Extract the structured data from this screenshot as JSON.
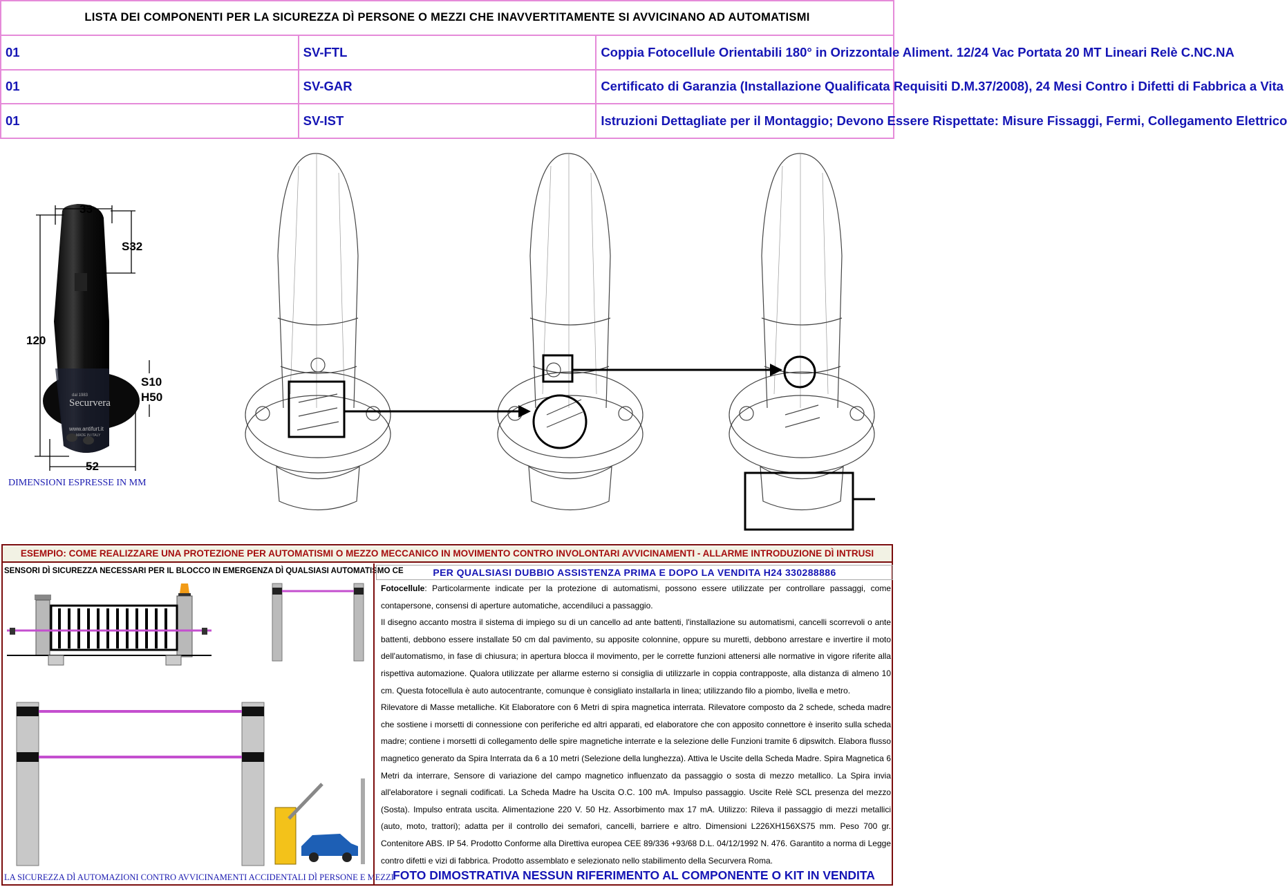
{
  "table": {
    "title": "LISTA DEI COMPONENTI PER LA SICUREZZA DÌ PERSONE O MEZZI CHE INAVVERTITAMENTE SI AVVICINANO AD AUTOMATISMI",
    "rows": [
      {
        "qty": "01",
        "code": "SV-FTL",
        "desc": "Coppia Fotocellule Orientabili 180° in Orizzontale Aliment. 12/24 Vac Portata 20 MT Lineari Relè C.NC.NA"
      },
      {
        "qty": "01",
        "code": "SV-GAR",
        "desc": "Certificato di Garanzia (Installazione Qualificata Requisiti D.M.37/2008), 24 Mesi Contro i Difetti di Fabbrica a Vita"
      },
      {
        "qty": "01",
        "code": "SV-IST",
        "desc": "Istruzioni Dettagliate per il Montaggio; Devono Essere Rispettate: Misure Fissaggi, Fermi, Collegamento Elettrico"
      }
    ]
  },
  "dimensions": {
    "width_top": "33",
    "s32": "S32",
    "height": "120",
    "s10": "S10",
    "h50": "H50",
    "width_base": "52",
    "caption": "DIMENSIONI ESPRESSE IN MM",
    "brand": "Securvera",
    "brand_year": "dal 1983",
    "website": "www.antifurt.it",
    "made_in": "MADE IN ITALY"
  },
  "example": {
    "header": "ESEMPIO: COME REALIZZARE UNA PROTEZIONE PER AUTOMATISMI O MEZZO MECCANICO IN MOVIMENTO CONTRO INVOLONTARI AVVICINAMENTI - ALLARME INTRODUZIONE DÌ INTRUSI",
    "sensori_title": "SENSORI DÌ SICUREZZA NECESSARI PER IL BLOCCO IN EMERGENZA DÌ QUALSIASI AUTOMATISMO",
    "ce_mark": "CE",
    "left_caption": "LA SICUREZZA DÌ AUTOMAZIONI CONTRO AVVICINAMENTI ACCIDENTALI DÌ PERSONE E MEZZI",
    "assist": "PER QUALSIASI DUBBIO ASSISTENZA PRIMA E DOPO LA VENDITA H24 330288886",
    "foto": "FOTO DIMOSTRATIVA NESSUN RIFERIMENTO AL COMPONENTE O KIT IN VENDITA"
  },
  "description": {
    "p1_label": "Fotocellule",
    "p1": ": Particolarmente indicate per la protezione di automatismi, possono essere utilizzate per controllare passaggi, come contapersone, consensi di aperture automatiche, accendiluci a passaggio.",
    "p2": "Il disegno accanto mostra il sistema di impiego su di un cancello ad ante battenti, l'installazione su automatismi, cancelli scorrevoli o ante battenti, debbono essere installate 50 cm dal pavimento, su apposite colonnine, oppure su muretti, debbono arrestare e invertire il moto dell'automatismo, in fase di chiusura; in apertura blocca il movimento, per le corrette funzioni attenersi alle normative in vigore riferite alla rispettiva automazione. Qualora utilizzate per allarme esterno si consiglia di utilizzarle in coppia contrapposte, alla distanza di almeno 10 cm. Questa fotocellula è auto autocentrante, comunque è consigliato installarla in linea; utilizzando filo a piombo, livella e metro.",
    "p3": "Rilevatore di Masse metalliche. Kit Elaboratore con 6 Metri di spira magnetica interrata. Rilevatore composto da 2 schede, scheda madre che sostiene i morsetti di connessione con periferiche ed altri apparati, ed elaboratore che con apposito connettore è inserito sulla scheda madre; contiene i morsetti di collegamento delle spire magnetiche interrate e la selezione delle Funzioni tramite 6 dipswitch. Elabora flusso magnetico generato da Spira Interrata da 6 a 10 metri (Selezione della lunghezza). Attiva le Uscite della Scheda Madre. Spira Magnetica 6 Metri da interrare, Sensore di variazione del campo magnetico influenzato da passaggio o sosta di mezzo metallico. La Spira invia all'elaboratore i segnali codificati. La Scheda Madre ha Uscita O.C. 100 mA. Impulso passaggio. Uscite Relè SCL presenza del mezzo (Sosta). Impulso entrata uscita. Alimentazione 220 V. 50 Hz. Assorbimento max 17 mA. Utilizzo: Rileva il passaggio di mezzi metallici (auto, moto, trattori); adatta per il controllo dei semafori, cancelli, barriere e altro. Dimensioni L226XH156XS75 mm. Peso 700 gr. Contenitore ABS. IP 54. Prodotto Conforme alla Direttiva europea CEE 89/336 +93/68 D.L. 04/12/1992 N. 476. Garantito a norma di Legge contro difetti e vizi di fabbrica. Prodotto assemblato e selezionato nello stabilimento della Securvera Roma."
  }
}
